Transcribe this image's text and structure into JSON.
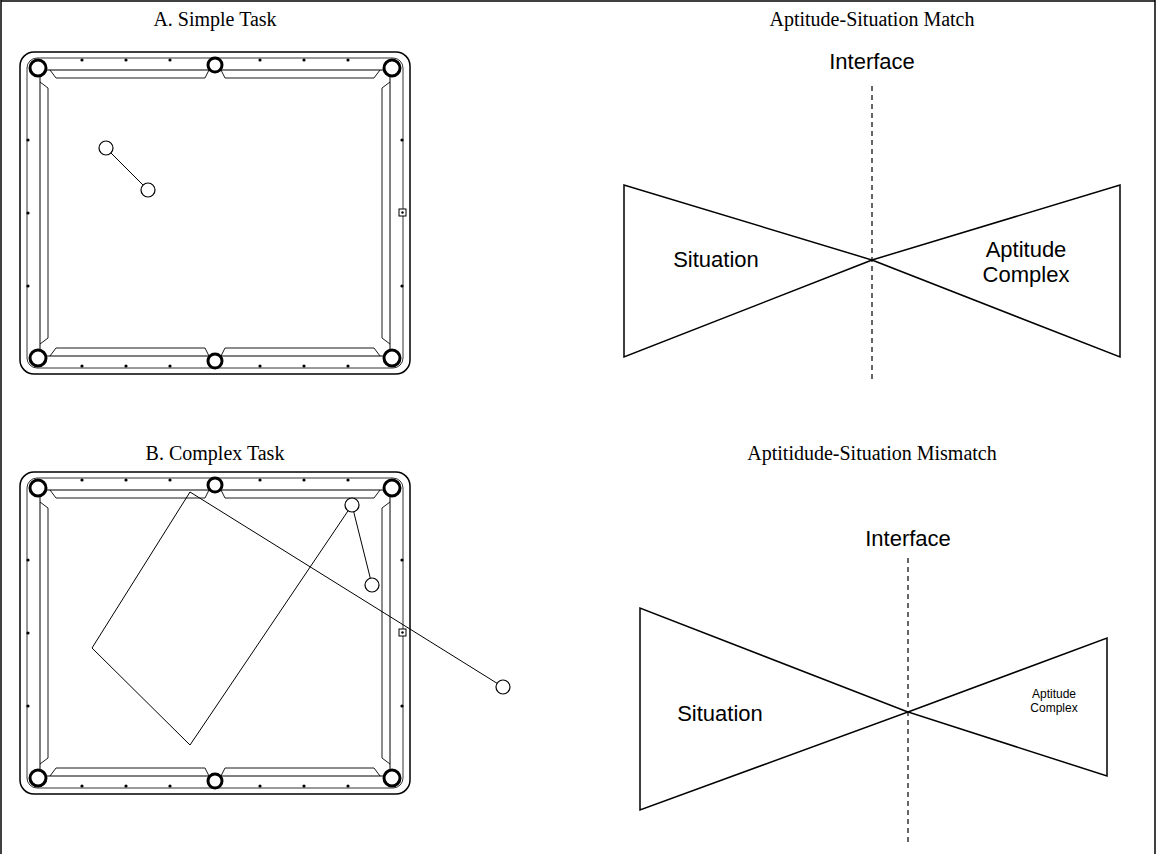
{
  "diagram": {
    "nodes": [
      {
        "text": [
          "Situation"
        ]
      },
      {
        "text": [
          "Aptitude Complex"
        ]
      },
      {
        "text": [
          "Situation"
        ]
      },
      {
        "text": [
          "Aptitude Complex"
        ]
      }
    ],
    "labels": [
      "A. Simple Task",
      "Aptitude-Situation Match",
      "Interface",
      "B. Complex Task",
      "Aptitidude-Situation Mismatch",
      "Interface"
    ]
  }
}
